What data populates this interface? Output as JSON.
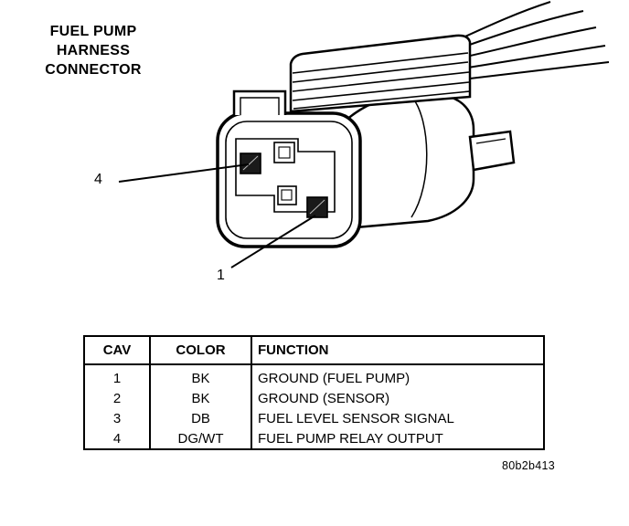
{
  "page": {
    "title_lines": [
      "FUEL PUMP",
      "HARNESS",
      "CONNECTOR"
    ],
    "figure_code": "80b2b413"
  },
  "callouts": [
    {
      "label": "4",
      "points_to": "upper-left-cavity"
    },
    {
      "label": "1",
      "points_to": "lower-right-cavity"
    }
  ],
  "table": {
    "headers": [
      "CAV",
      "COLOR",
      "FUNCTION"
    ],
    "rows": [
      {
        "cav": "1",
        "color": "BK",
        "function": "GROUND (FUEL PUMP)"
      },
      {
        "cav": "2",
        "color": "BK",
        "function": "GROUND (SENSOR)"
      },
      {
        "cav": "3",
        "color": "DB",
        "function": "FUEL LEVEL SENSOR SIGNAL"
      },
      {
        "cav": "4",
        "color": "DG/WT",
        "function": "FUEL PUMP RELAY OUTPUT"
      }
    ]
  },
  "colors": {
    "line": "#000000",
    "background": "#ffffff"
  }
}
